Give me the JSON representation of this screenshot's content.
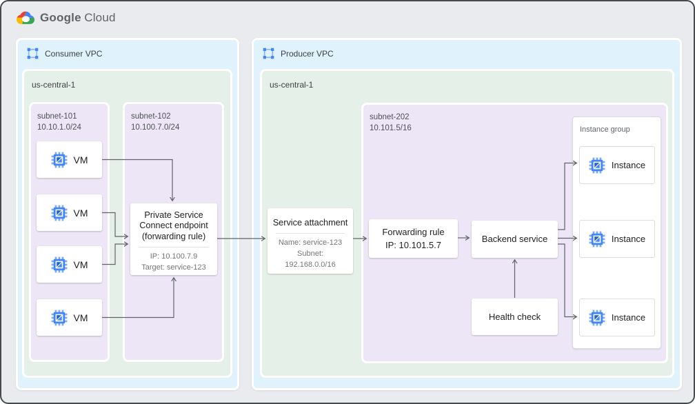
{
  "header": {
    "brand_google": "Google",
    "brand_cloud": "Cloud"
  },
  "consumer_vpc": {
    "label": "Consumer VPC",
    "region": {
      "label": "us-central-1",
      "subnet101": {
        "name": "subnet-101",
        "cidr": "10.10.1.0/24",
        "vms": [
          "VM",
          "VM",
          "VM",
          "VM"
        ]
      },
      "subnet102": {
        "name": "subnet-102",
        "cidr": "10.100.7.0/24",
        "psc_endpoint": {
          "title": "Private Service Connect endpoint (forwarding rule)",
          "ip": "IP: 10.100.7.9",
          "target": "Target: service-123"
        }
      }
    }
  },
  "producer_vpc": {
    "label": "Producer VPC",
    "region": {
      "label": "us-central-1",
      "service_attachment": {
        "title": "Service attachment",
        "name": "Name: service-123",
        "subnet_label": "Subnet:",
        "subnet_cidr": "192.168.0.0/16"
      },
      "subnet202": {
        "name": "subnet-202",
        "cidr": "10.101.5/16",
        "forwarding_rule": {
          "line1": "Forwarding rule",
          "line2": "IP: 10.101.5.7"
        },
        "backend_service": "Backend service",
        "health_check": "Health check",
        "instance_group": {
          "label": "Instance group",
          "instances": [
            "Instance",
            "Instance",
            "Instance"
          ]
        }
      }
    }
  },
  "colors": {
    "background": "#E9EBEE",
    "vpc_fill": "#E0F2FC",
    "region_fill": "#E5F1E8",
    "subnet_fill": "#EDE6F6",
    "accent_blue": "#4285F4",
    "arrow": "#5F6368",
    "google_red": "#EA4335",
    "google_yellow": "#FBBC04",
    "google_green": "#34A853"
  }
}
